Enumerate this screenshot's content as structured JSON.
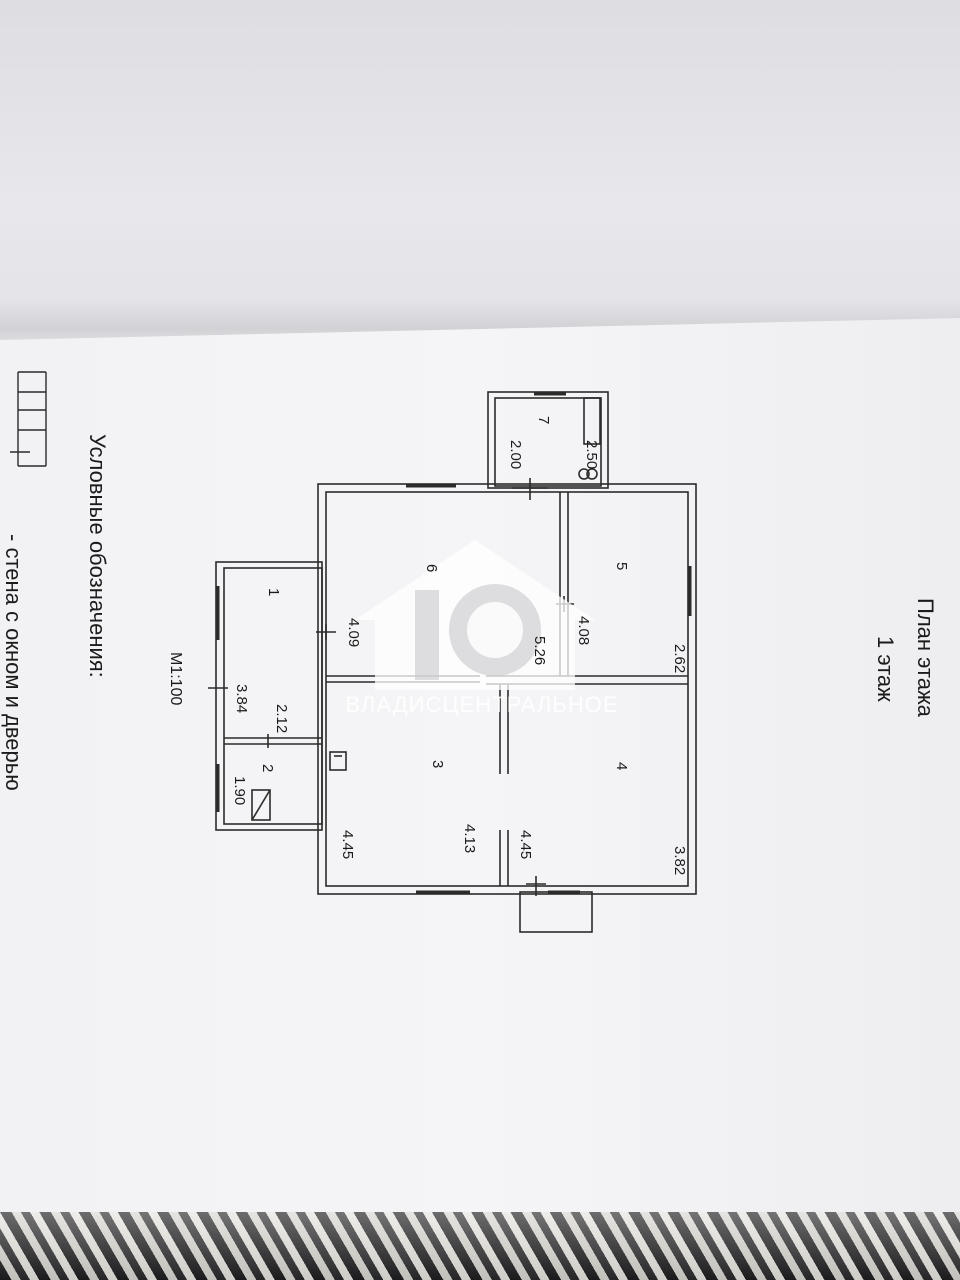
{
  "plan": {
    "title": "План этажа",
    "floor": "1 этаж",
    "scale": "М1:100"
  },
  "rooms": [
    {
      "number": "1",
      "dim_a": "4.09",
      "dim_b": "3.84"
    },
    {
      "number": "2",
      "dim_a": "2.12",
      "dim_b": "1.90"
    },
    {
      "number": "3",
      "dim_a": "4.45",
      "dim_b": "4.13"
    },
    {
      "number": "4",
      "dim_a": "4.45",
      "dim_b": "3.82"
    },
    {
      "number": "5",
      "dim_a": "4.08",
      "dim_b": "2.62"
    },
    {
      "number": "6",
      "dim_a": "5.26"
    },
    {
      "number": "7",
      "dim_a": "2.00",
      "dim_b": "2.50"
    }
  ],
  "legend": {
    "heading": "Условные обозначения:",
    "item1": "- стена с окном и дверью"
  },
  "watermark": {
    "text": "ВЛАДИСЦЕНТРАЛЬНОЕ"
  }
}
